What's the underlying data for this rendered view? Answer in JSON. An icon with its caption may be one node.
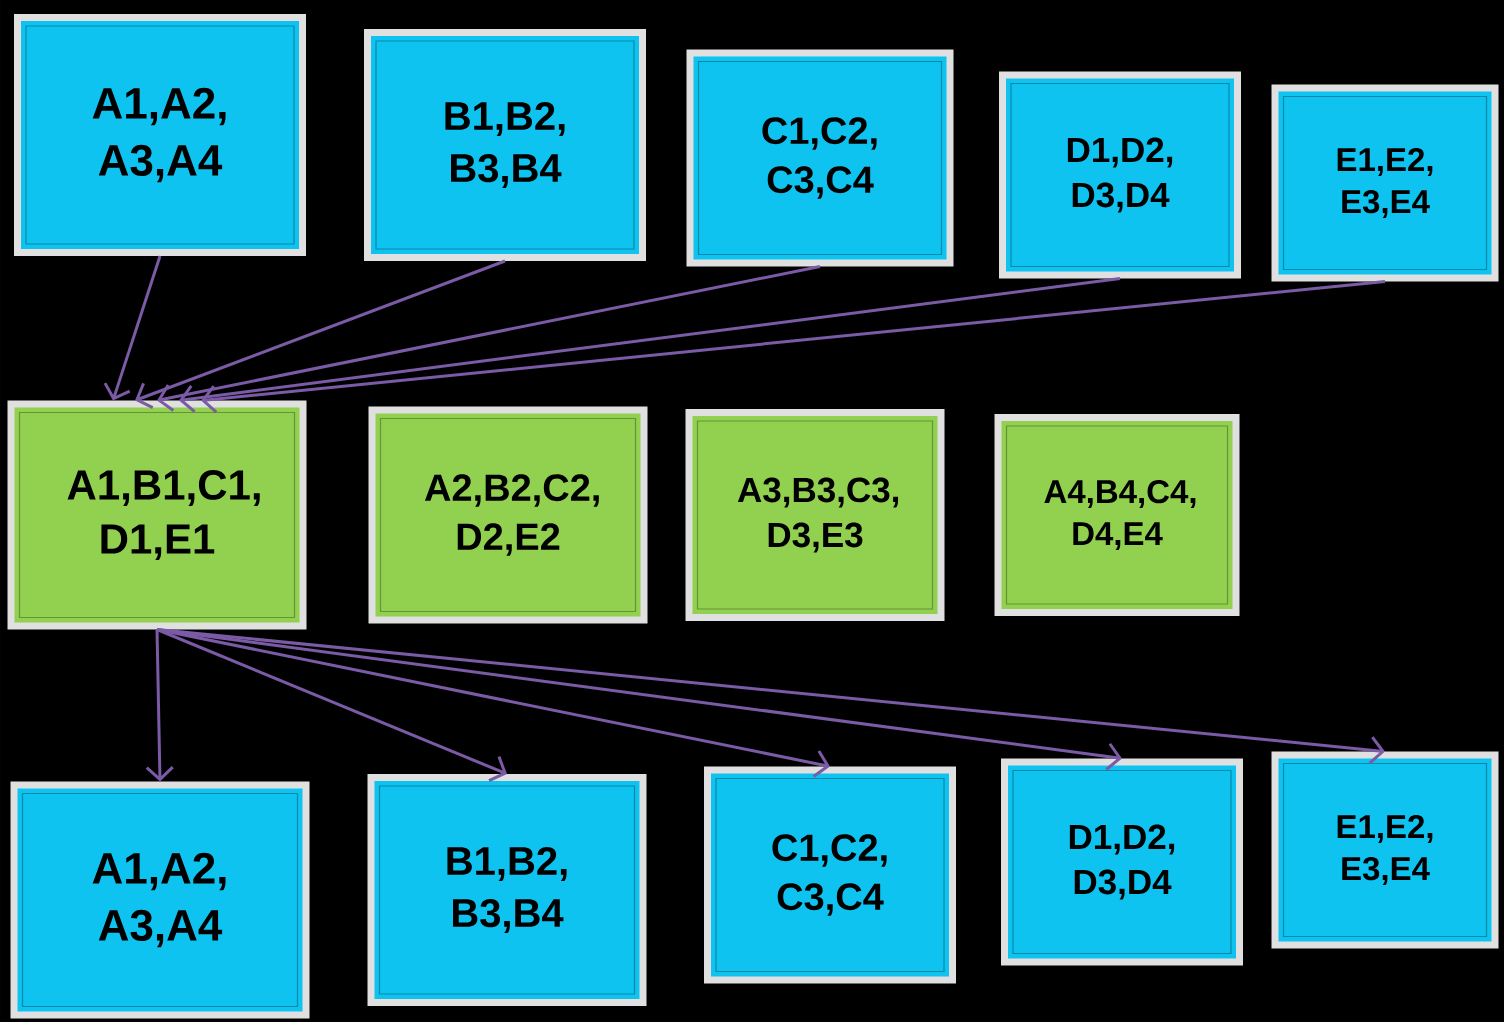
{
  "diagram": {
    "nodes": [
      {
        "text": [
          "A1,A2, A3,A4"
        ]
      },
      {
        "text": [
          "B1,B2, B3,B4"
        ]
      },
      {
        "text": [
          "C1,C2, C3,C4"
        ]
      },
      {
        "text": [
          "D1,D2, D3,D4"
        ]
      },
      {
        "text": [
          "E1,E2, E3,E4"
        ]
      },
      {
        "text": [
          "A1,B1,C1, D1,E1"
        ]
      },
      {
        "text": [
          "A2,B2,C2, D2,E2"
        ]
      },
      {
        "text": [
          "A3,B3,C3, D3,E3"
        ]
      },
      {
        "text": [
          "A4,B4,C4, D4,E4"
        ]
      },
      {
        "text": [
          "A1,A2, A3,A4"
        ]
      },
      {
        "text": [
          "B1,B2, B3,B4"
        ]
      },
      {
        "text": [
          "C1,C2, C3,C4"
        ]
      },
      {
        "text": [
          "D1,D2, D3,D4"
        ]
      },
      {
        "text": [
          "E1,E2, E3,E4"
        ]
      }
    ],
    "edges": [
      {
        "from": 0,
        "to": 5,
        "arrow": "to"
      },
      {
        "from": 1,
        "to": 5,
        "arrow": "to"
      },
      {
        "from": 2,
        "to": 5,
        "arrow": "to"
      },
      {
        "from": 3,
        "to": 5,
        "arrow": "to"
      },
      {
        "from": 4,
        "to": 5,
        "arrow": "to"
      },
      {
        "from": 5,
        "to": 9,
        "arrow": "to"
      },
      {
        "from": 5,
        "to": 10,
        "arrow": "to"
      },
      {
        "from": 5,
        "to": 11,
        "arrow": "to"
      },
      {
        "from": 5,
        "to": 12,
        "arrow": "to"
      },
      {
        "from": 5,
        "to": 13,
        "arrow": "to"
      }
    ]
  }
}
